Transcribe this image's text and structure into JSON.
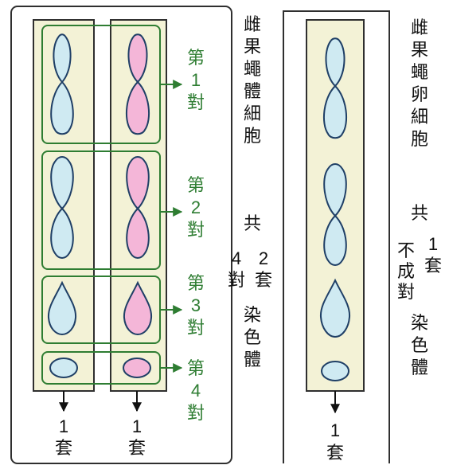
{
  "colors": {
    "column_fill": "#f3f2d6",
    "column_stroke": "#2f2f2f",
    "green": "#2e7d32",
    "blue_fill": "#cfeaf2",
    "pink_fill": "#f4b6d8",
    "outline": "#1f3f66"
  },
  "left_panel": {
    "title_chars": [
      "雌",
      "果",
      "蠅",
      "體",
      "細",
      "胞"
    ],
    "pairs": [
      {
        "label": [
          "第",
          "1",
          "對"
        ]
      },
      {
        "label": [
          "第",
          "2",
          "對"
        ]
      },
      {
        "label": [
          "第",
          "3",
          "對"
        ]
      },
      {
        "label": [
          "第",
          "4",
          "對"
        ]
      }
    ],
    "set_labels": [
      {
        "number": "1",
        "unit": "套"
      },
      {
        "number": "1",
        "unit": "套"
      }
    ],
    "summary": {
      "gong": "共",
      "count_pairs": [
        "4",
        "對"
      ],
      "count_sets": [
        "2",
        "套"
      ],
      "chromosome": [
        "染",
        "色",
        "體"
      ]
    }
  },
  "right_panel": {
    "title_chars": [
      "雌",
      "果",
      "蠅",
      "卵",
      "細",
      "胞"
    ],
    "set_label": {
      "number": "1",
      "unit": "套"
    },
    "summary": {
      "gong": "共",
      "unpaired": [
        "不",
        "成",
        "對"
      ],
      "count_sets": [
        "1",
        "套"
      ],
      "chromosome": [
        "染",
        "色",
        "體"
      ]
    }
  }
}
